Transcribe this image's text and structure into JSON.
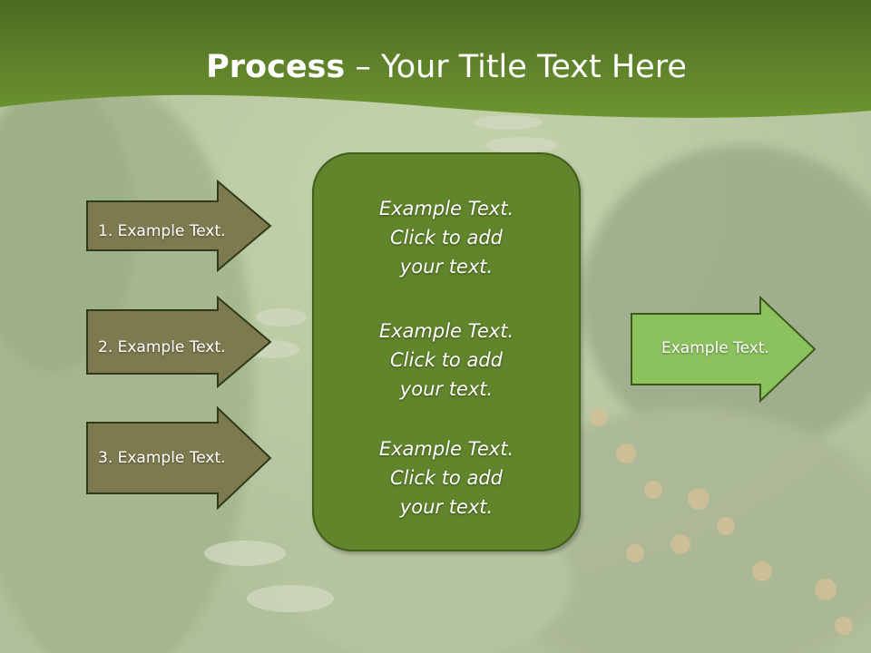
{
  "slide": {
    "title_bold": "Process",
    "title_rest": " – Your Title Text Here",
    "colors": {
      "header_dark": "#4d6b22",
      "header_light": "#6d9530",
      "left_arrow": "#7e7a4f",
      "center_box": "#61852b",
      "right_arrow": "#8cc25e"
    }
  },
  "left_arrows": [
    {
      "label": "1. Example Text."
    },
    {
      "label": "2. Example Text."
    },
    {
      "label": "3. Example Text."
    }
  ],
  "center_box": {
    "paragraphs": [
      {
        "l1": "Example Text.",
        "l2": "Click  to add",
        "l3": "your text."
      },
      {
        "l1": "Example Text.",
        "l2": "Click  to add",
        "l3": "your text."
      },
      {
        "l1": "Example Text.",
        "l2": "Click  to add",
        "l3": "your text."
      }
    ]
  },
  "right_arrow": {
    "label": "Example Text."
  }
}
